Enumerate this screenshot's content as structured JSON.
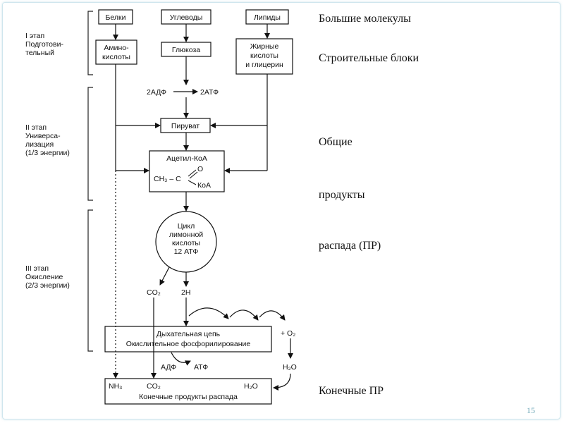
{
  "diagram": {
    "stages": [
      {
        "line1": "I этап",
        "line2": "Подготови-",
        "line3": "тельный",
        "line4": ""
      },
      {
        "line1": "II этап",
        "line2": "Универса-",
        "line3": "лизация",
        "line4": "(1/3 энергии)"
      },
      {
        "line1": "III этап",
        "line2": "Окисление",
        "line3": "(2/3 энергии)",
        "line4": ""
      }
    ],
    "top_boxes": [
      "Белки",
      "Углеводы",
      "Липиды"
    ],
    "amino": {
      "line1": "Амино-",
      "line2": "кислоты"
    },
    "glucose": "Глюкоза",
    "fatty": {
      "line1": "Жирные",
      "line2": "кислоты",
      "line3": "и глицерин"
    },
    "adp_atp_top": {
      "left": "2АДФ",
      "right": "2АТФ"
    },
    "pyruvate": "Пируват",
    "acetyl": {
      "title": "Ацетил-КоА",
      "formula": "CH₃ – C",
      "o": "O",
      "coa": "КоА"
    },
    "citric_cycle": {
      "line1": "Цикл",
      "line2": "лимонной",
      "line3": "кислоты",
      "line4": "12 АТФ"
    },
    "co2_mid": "CO₂",
    "h2": "2H",
    "o2": "+ O₂",
    "resp_chain": {
      "line1": "Дыхательная цепь",
      "line2": "Окислительное фосфорилирование"
    },
    "h2o_mid": "H₂O",
    "adp_atp_bottom": {
      "left": "АДФ",
      "right": "АТФ"
    },
    "final": {
      "nh3": "NH₃",
      "co2": "CO₂",
      "h2o": "H₂O",
      "title": "Конечные продукты распада"
    }
  },
  "right_labels": {
    "big_molecules": "Большие молекулы",
    "building_blocks": "Строительные блоки",
    "common": "Общие",
    "products": "продукты",
    "decay": "распада (ПР)",
    "final": "Конечные ПР"
  },
  "page_number": "15"
}
